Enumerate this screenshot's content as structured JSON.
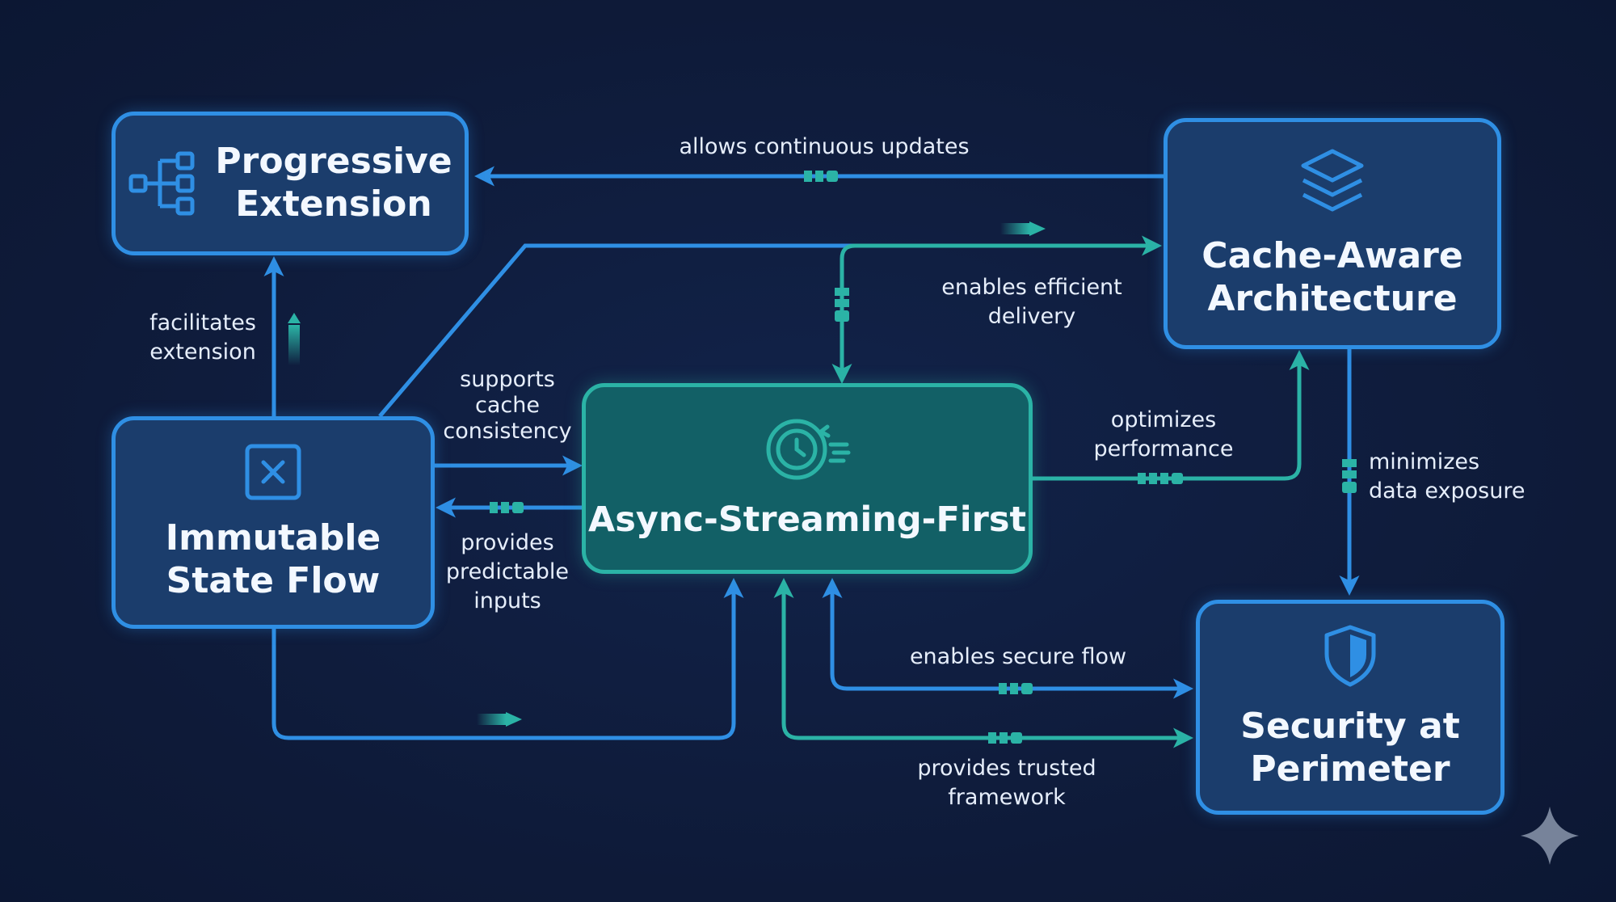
{
  "diagram": {
    "nodes": {
      "progressive": {
        "title": "Progressive\nExtension",
        "icon": "hierarchy-icon"
      },
      "cache": {
        "title": "Cache-Aware\nArchitecture",
        "icon": "layers-icon"
      },
      "immutable": {
        "title": "Immutable\nState Flow",
        "icon": "close-box-icon"
      },
      "async": {
        "title": "Async-Streaming-First",
        "icon": "clock-speed-icon"
      },
      "security": {
        "title": "Security at\nPerimeter",
        "icon": "shield-icon"
      }
    },
    "edges": {
      "continuous_updates": "allows continuous updates",
      "facilitates_extension": "facilitates\nextension",
      "efficient_delivery": "enables efficient\ndelivery",
      "cache_consistency": "supports\ncache\nconsistency",
      "predictable_inputs": "provides\npredictable\ninputs",
      "optimizes_performance": "optimizes\nperformance",
      "data_exposure": "minimizes\ndata exposure",
      "secure_flow": "enables secure flow",
      "trusted_framework": "provides trusted\nframework"
    },
    "colors": {
      "background": "#0f1c3b",
      "blue": "#2f8fe4",
      "teal": "#2bb3a6"
    }
  }
}
